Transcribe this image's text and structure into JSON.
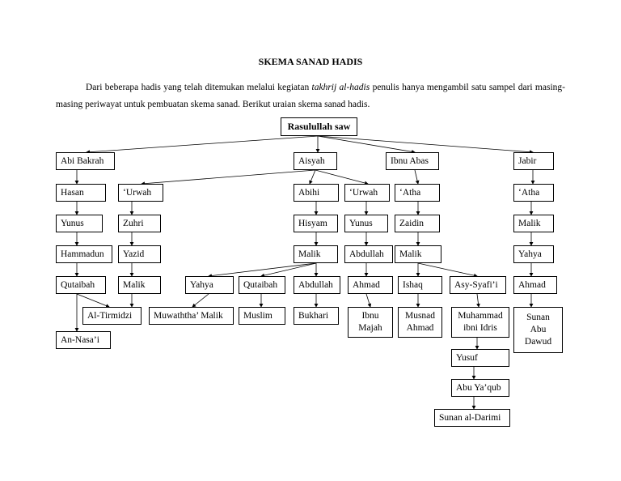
{
  "title": "SKEMA SANAD HADIS",
  "intro": {
    "part1": "Dari beberapa hadis yang telah ditemukan melalui kegiatan ",
    "italic": "takhrij al-hadis",
    "part2": " penulis hanya mengambil satu sampel dari masing-masing periwayat untuk pembuatan skema sanad. Berikut uraian skema sanad hadis."
  },
  "nodes": {
    "rasul": "Rasulullah saw",
    "abi_bakrah": "Abi Bakrah",
    "aisyah": "Aisyah",
    "ibnu_abas": "Ibnu Abas",
    "jabir": "Jabir",
    "hasan": "Hasan",
    "urwah1": "‘Urwah",
    "abihi": "Abihi",
    "urwah2": "‘Urwah",
    "atha1": "‘Atha",
    "atha2": "‘Atha",
    "yunus1": "Yunus",
    "zuhri": "Zuhri",
    "hisyam": "Hisyam",
    "yunus2": "Yunus",
    "zaidin": "Zaidin",
    "malik_j": "Malik",
    "hammadun": "Hammadun",
    "yazid": "Yazid",
    "malik_c": "Malik",
    "abdullah1": "Abdullah",
    "malik_z": "Malik",
    "yahya_j": "Yahya",
    "qutaibah1": "Qutaibah",
    "malik_y": "Malik",
    "yahya2": "Yahya",
    "qutaibah2": "Qutaibah",
    "abdullah2": "Abdullah",
    "ahmad1": "Ahmad",
    "ishaq": "Ishaq",
    "asy_syafii": "Asy-Syafi’i",
    "ahmad2": "Ahmad",
    "tirmidzi": "Al-Tirmidzi",
    "muwaththa": "Muwaththa’ Malik",
    "muslim": "Muslim",
    "bukhari": "Bukhari",
    "ibnu_majah": "Ibnu Majah",
    "musnad_ahmad": "Musnad Ahmad",
    "muhammad_idris": "Muhammad ibni Idris",
    "sunan_abu_dawud": "Sunan Abu Dawud",
    "nasai": "An-Nasa’i",
    "yusuf": "Yusuf",
    "abu_yaqub": "Abu Ya’qub",
    "darimi": "Sunan al-Darimi"
  }
}
